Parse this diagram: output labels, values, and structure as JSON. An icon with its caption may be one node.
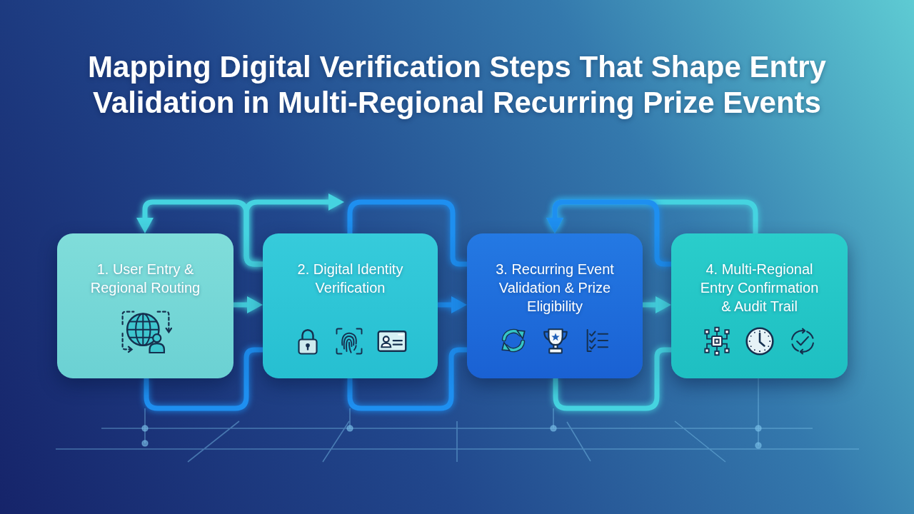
{
  "diagram": {
    "title": "Mapping Digital Verification Steps That Shape Entry Validation in Multi-Regional Recurring Prize Events",
    "nodes": [
      {
        "text": [
          "1. User Entry & Regional Routing"
        ]
      },
      {
        "text": [
          "2. Digital Identity Verification"
        ]
      },
      {
        "text": [
          "3. Recurring Event Validation & Prize Eligibility"
        ]
      },
      {
        "text": [
          "4. Multi-Regional Entry Confirmation & Audit Trail"
        ]
      }
    ],
    "edges": [
      {
        "from": 0,
        "to": 1,
        "arrow": "to"
      },
      {
        "from": 1,
        "to": 2,
        "arrow": "to",
        "color": "#1e8ff0"
      },
      {
        "from": 2,
        "to": 3,
        "arrow": "to"
      },
      {
        "from": 1,
        "to": 0,
        "arrow": "to"
      },
      {
        "from": 1,
        "to": null,
        "arrow": "to"
      },
      {
        "from": 1,
        "to": 2,
        "arrow": "none",
        "color": "#1e8ff0"
      },
      {
        "from": 0,
        "to": 1,
        "arrow": "none",
        "color": "#1e8ff0"
      },
      {
        "from": 1,
        "to": 2,
        "arrow": "none",
        "color": "#1e8ff0"
      },
      {
        "from": 2,
        "to": 3,
        "arrow": "none"
      },
      {
        "from": 3,
        "to": 2,
        "arrow": "to"
      },
      {
        "from": 3,
        "to": 2,
        "arrow": "to",
        "color": "#1e8ff0"
      }
    ]
  }
}
